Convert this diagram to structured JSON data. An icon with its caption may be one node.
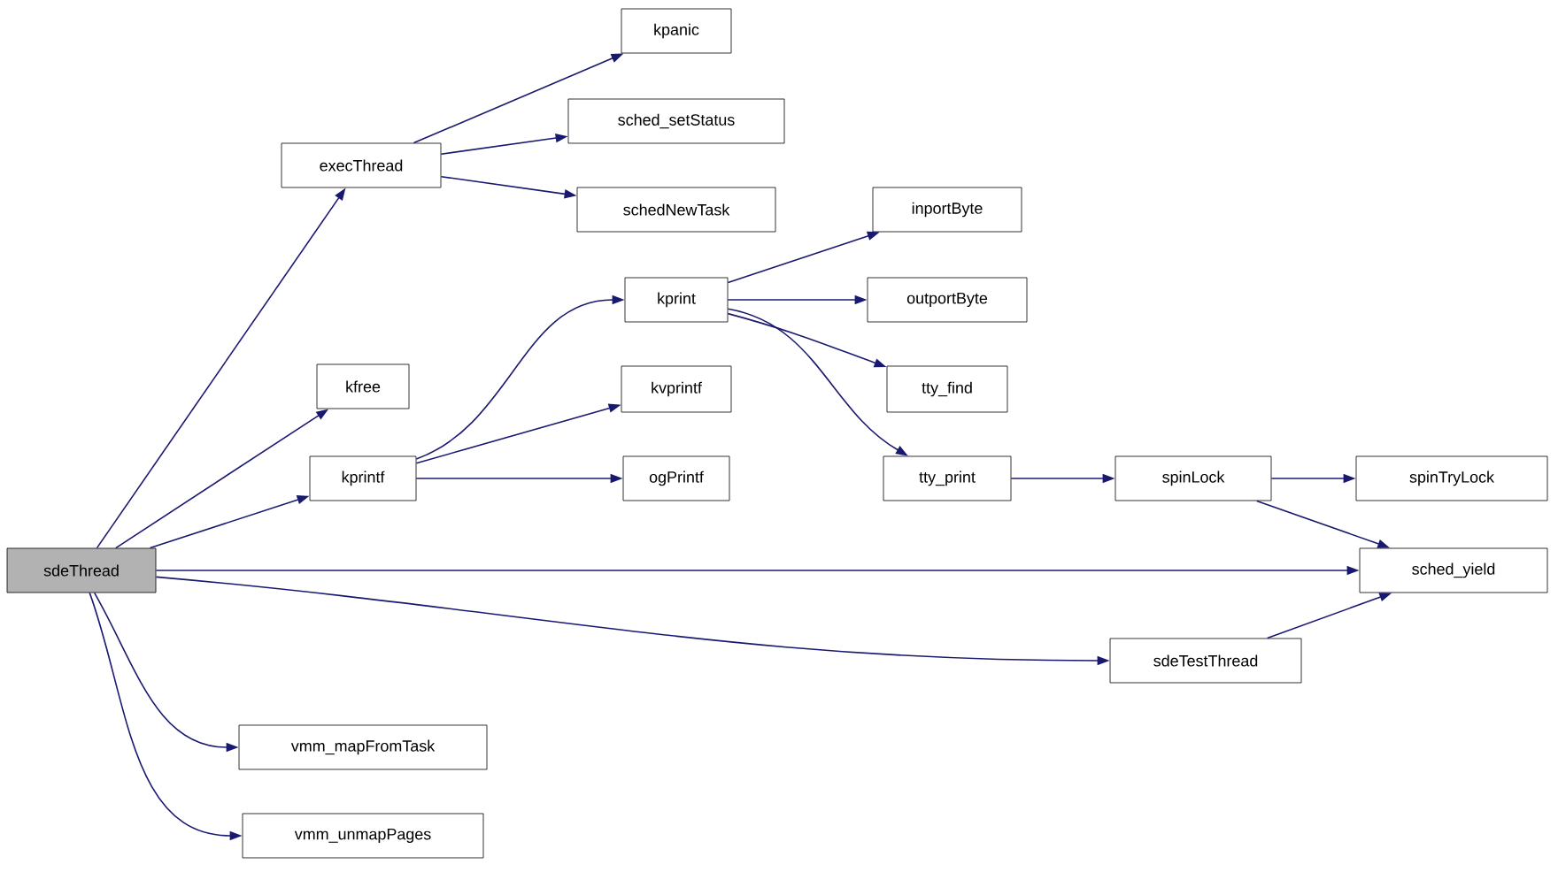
{
  "diagram": {
    "nodes": [
      {
        "text": [
          "sdeThread"
        ]
      },
      {
        "text": [
          "execThread"
        ]
      },
      {
        "text": [
          "kpanic"
        ]
      },
      {
        "text": [
          "sched_setStatus"
        ]
      },
      {
        "text": [
          "schedNewTask"
        ]
      },
      {
        "text": [
          "kfree"
        ]
      },
      {
        "text": [
          "kprintf"
        ]
      },
      {
        "text": [
          "kprint"
        ]
      },
      {
        "text": [
          "kvprintf"
        ]
      },
      {
        "text": [
          "ogPrintf"
        ]
      },
      {
        "text": [
          "inportByte"
        ]
      },
      {
        "text": [
          "outportByte"
        ]
      },
      {
        "text": [
          "tty_find"
        ]
      },
      {
        "text": [
          "tty_print"
        ]
      },
      {
        "text": [
          "spinLock"
        ]
      },
      {
        "text": [
          "spinTryLock"
        ]
      },
      {
        "text": [
          "sched_yield"
        ]
      },
      {
        "text": [
          "sdeTestThread"
        ]
      },
      {
        "text": [
          "vmm_mapFromTask"
        ]
      },
      {
        "text": [
          "vmm_unmapPages"
        ]
      }
    ],
    "edges": [
      {
        "from": 0,
        "to": 1,
        "arrow": "to"
      },
      {
        "from": 0,
        "to": 5,
        "arrow": "to"
      },
      {
        "from": 0,
        "to": 6,
        "arrow": "to"
      },
      {
        "from": 0,
        "to": 16,
        "arrow": "to"
      },
      {
        "from": 0,
        "to": 17,
        "arrow": "to"
      },
      {
        "from": 0,
        "to": 18,
        "arrow": "to"
      },
      {
        "from": 0,
        "to": 19,
        "arrow": "to"
      },
      {
        "from": 1,
        "to": 2,
        "arrow": "to"
      },
      {
        "from": 1,
        "to": 3,
        "arrow": "to"
      },
      {
        "from": 1,
        "to": 4,
        "arrow": "to"
      },
      {
        "from": 6,
        "to": 7,
        "arrow": "to"
      },
      {
        "from": 6,
        "to": 8,
        "arrow": "to"
      },
      {
        "from": 6,
        "to": 9,
        "arrow": "to"
      },
      {
        "from": 7,
        "to": 10,
        "arrow": "to"
      },
      {
        "from": 7,
        "to": 11,
        "arrow": "to"
      },
      {
        "from": 7,
        "to": 12,
        "arrow": "to"
      },
      {
        "from": 7,
        "to": 13,
        "arrow": "to"
      },
      {
        "from": 13,
        "to": 14,
        "arrow": "to"
      },
      {
        "from": 14,
        "to": 15,
        "arrow": "to"
      },
      {
        "from": 14,
        "to": 16,
        "arrow": "to"
      },
      {
        "from": 17,
        "to": 16,
        "arrow": "to"
      }
    ]
  }
}
